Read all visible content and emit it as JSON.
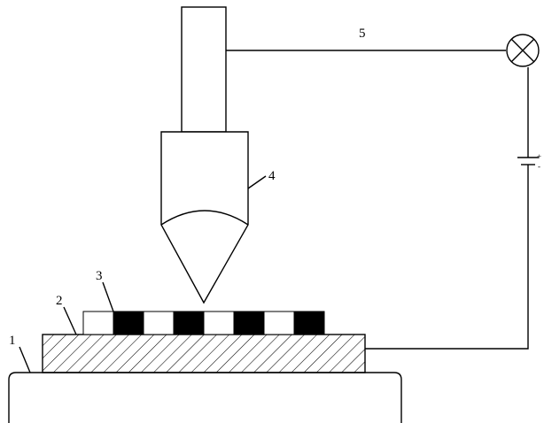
{
  "labels": {
    "base": "1",
    "substrate": "2",
    "pattern_layer": "3",
    "probe": "4",
    "circuit_wire": "5"
  },
  "battery": {
    "positive_sign": "+",
    "negative_sign": "-"
  },
  "pattern": {
    "segments": [
      "white",
      "black",
      "white",
      "black",
      "white",
      "black",
      "white",
      "black"
    ]
  },
  "colors": {
    "line": "#000000",
    "background": "#ffffff",
    "dark_segment": "#000000",
    "light_segment": "#ffffff"
  },
  "icons": {
    "lamp": "lamp-icon"
  }
}
